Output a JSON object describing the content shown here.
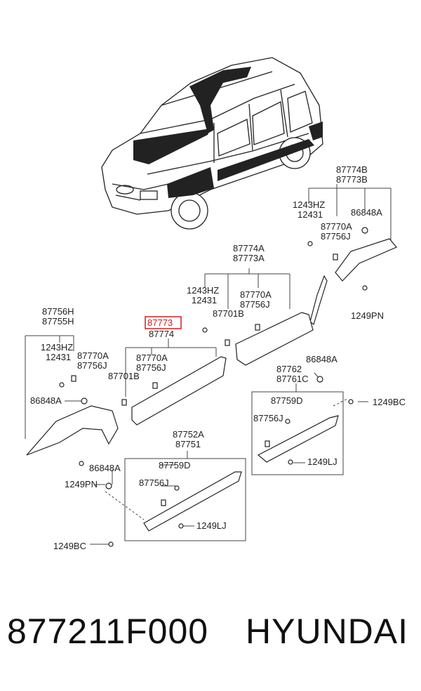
{
  "callouts": {
    "c87774b": "87774B",
    "c87773b": "87773B",
    "c1243hz_a": "1243HZ",
    "c12431_a": "12431",
    "c86848a_a": "86848A",
    "c87770a_a": "87770A",
    "c87756j_a": "87756J",
    "c87774a": "87774A",
    "c87773a": "87773A",
    "c1243hz_b": "1243HZ",
    "c12431_b": "12431",
    "c87770a_b": "87770A",
    "c87756j_b": "87756J",
    "c87701b_a": "87701B",
    "c1249pn_a": "1249PN",
    "c87756h": "87756H",
    "c87755h": "87755H",
    "c87773_hl": "87773",
    "c87774": "87774",
    "c1243hz_c": "1243HZ",
    "c12431_c": "12431",
    "c87770a_c": "87770A",
    "c87756j_c": "87756J",
    "c87770a_d": "87770A",
    "c87756j_d": "87756J",
    "c87701b_b": "87701B",
    "c86848a_b": "86848A",
    "c87762": "87762",
    "c87761c": "87761C",
    "c86848a_c": "86848A",
    "c87759d_a": "87759D",
    "c87756j_e": "87756J",
    "c1249bc_a": "1249BC",
    "c1249lj_a": "1249LJ",
    "c87752a": "87752A",
    "c87751": "87751",
    "c87759d_b": "87759D",
    "c86848a_d": "86848A",
    "c87756j_f": "87756J",
    "c1249pn_b": "1249PN",
    "c1249lj_b": "1249LJ",
    "c1249bc_b": "1249BC"
  },
  "highlight_color": "#cc2222",
  "footer": {
    "part_number": "877211F000",
    "brand": "HYUNDAI"
  }
}
